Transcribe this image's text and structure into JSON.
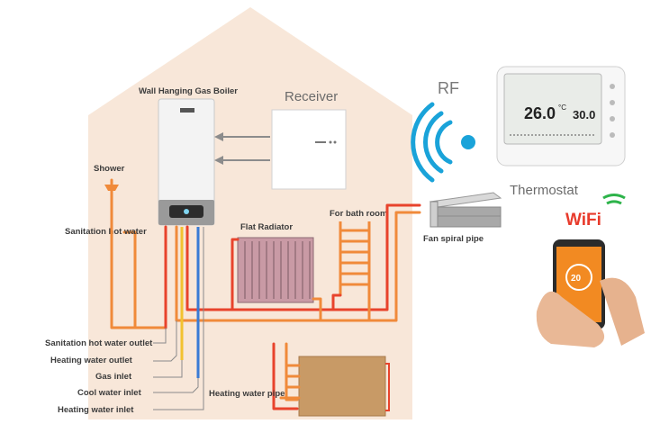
{
  "labels": {
    "boiler": "Wall Hanging Gas Boiler",
    "receiver": "Receiver",
    "rf": "RF",
    "thermostat": "Thermostat",
    "wifi": "WiFi",
    "shower": "Shower",
    "sanitation_hot_water": "Sanitation hot water",
    "flat_radiator": "Flat Radiator",
    "for_bath_room": "For bath room",
    "fan_spiral_pipe": "Fan spiral pipe",
    "heating_water_pipe": "Heating water pipe"
  },
  "inlets": [
    "Sanitation hot water outlet",
    "Heating water outlet",
    "Gas inlet",
    "Cool water inlet",
    "Heating water inlet"
  ],
  "thermostat_display": {
    "current_temp": "26.0",
    "unit": "°C",
    "set_temp": "30.0"
  },
  "phone_display": {
    "setpoint": "20"
  },
  "colors": {
    "house": "#f7e3d2",
    "hot_pipe": "#e8432c",
    "warm_pipe": "#f08a3a",
    "cool_pipe": "#3a7bd5",
    "gas_pipe": "#f2c230",
    "rf_waves": "#1aa3d9",
    "app_orange": "#f28a22"
  }
}
